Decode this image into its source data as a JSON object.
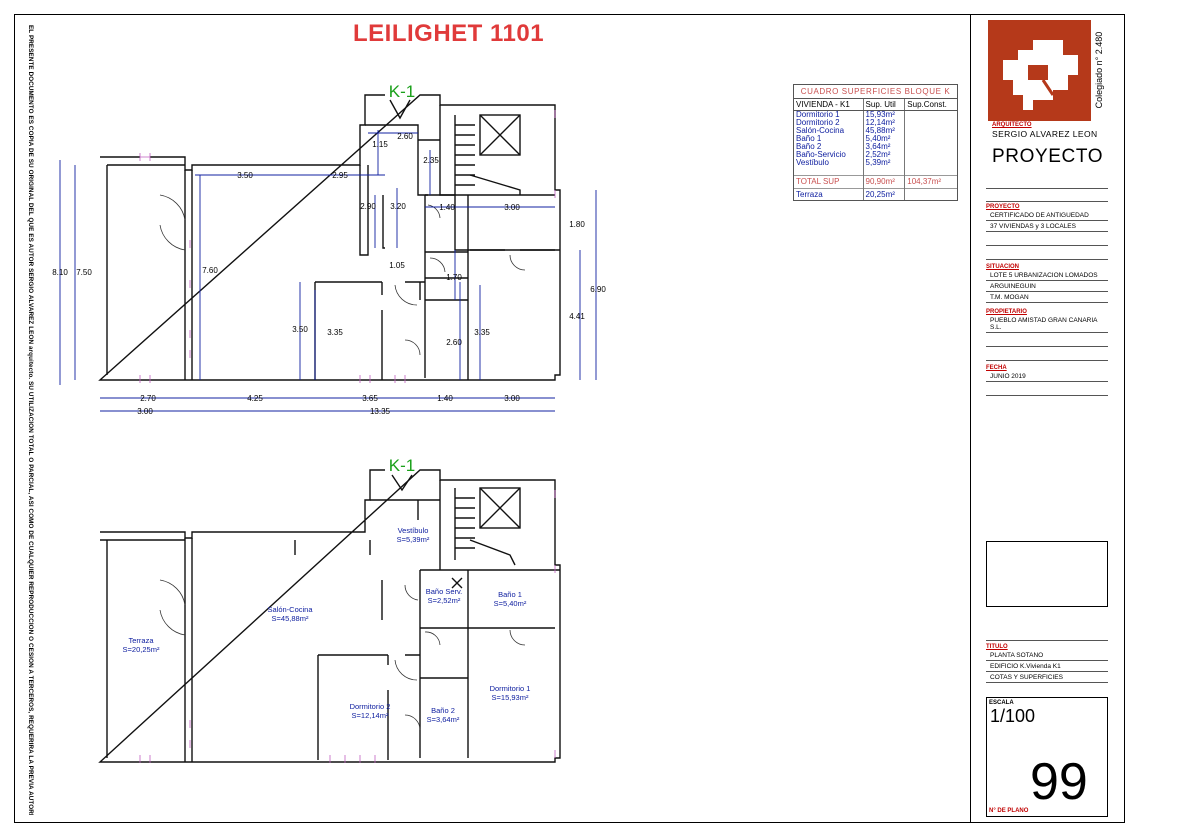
{
  "title": "LEILIGHET 1101",
  "vertical_notice": "EL PRESENTE DOCUMENTO ES COPIA DE SU ORIGINAL DEL QUE ES AUTOR SERGIO ALVAREZ LEON arquitecto. SU UTILIZACION TOTAL O PARCIAL, ASI COMO DE CUALQUIER REPRODUCCION O CESION A TERCEROS, REQUERIRA LA PREVIA AUTORIZACION EXPRESA DE SU AUTOR QUEDANDO EN TODO CASO PROHIBIDA CUALQUIER MODIFICACION UNILATERAL DEL MISMO.",
  "plan_top": {
    "marker": "K-1",
    "dims": [
      "2.60",
      "1.15",
      "2.35",
      "3.50",
      "2.95",
      "2.90",
      "3.20",
      "1.40",
      "3.00",
      "1.80",
      "6.90",
      "8.10",
      "7.50",
      "7.60",
      "1.05",
      "1.70",
      "4.41",
      "3.50",
      "3.35",
      "2.60",
      "3.35",
      "2.70",
      "4.25",
      "3.65",
      "1.40",
      "3.00",
      "3.00",
      "13.35"
    ]
  },
  "plan_bottom": {
    "marker": "K-1",
    "rooms": [
      {
        "name": "Vestíbulo",
        "area": "S=5,39m²"
      },
      {
        "name": "Salón-Cocina",
        "area": "S=45,88m²"
      },
      {
        "name": "Baño Serv.",
        "area": "S=2,52m²"
      },
      {
        "name": "Baño 1",
        "area": "S=5,40m²"
      },
      {
        "name": "Terraza",
        "area": "S=20,25m²"
      },
      {
        "name": "Dormitorio 2",
        "area": "S=12,14m²"
      },
      {
        "name": "Baño 2",
        "area": "S=3,64m²"
      },
      {
        "name": "Dormitorio 1",
        "area": "S=15,93m²"
      }
    ]
  },
  "surface_table": {
    "heading": "CUADRO SUPERFICIES BLOQUE K",
    "col_headers": [
      "VIVIENDA - K1",
      "Sup. Util",
      "Sup.Const."
    ],
    "rows": [
      [
        "Dormitorio 1",
        "15,93m²"
      ],
      [
        "Dormitorio 2",
        "12,14m²"
      ],
      [
        "Salón-Cocina",
        "45,88m²"
      ],
      [
        "Baño 1",
        "5,40m²"
      ],
      [
        "Baño 2",
        "3,64m²"
      ],
      [
        "Baño-Servicio",
        "2,52m²"
      ],
      [
        "Vestíbulo",
        "5,39m²"
      ]
    ],
    "total": [
      "TOTAL SUP",
      "90,90m²",
      "104,37m²"
    ],
    "terraza": [
      "Terraza",
      "20,25m²"
    ]
  },
  "title_block": {
    "colegiado": "Colegiado n° 2.480",
    "arquitecto_label": "ARQUITECTO",
    "arquitecto_name": "SERGIO ALVAREZ LEON",
    "proyecto_big": "PROYECTO",
    "proyecto_label": "PROYECTO",
    "proyecto_lines": [
      "CERTIFICADO DE ANTIGUEDAD",
      "37 VIVIENDAS y 3 LOCALES"
    ],
    "situacion_label": "SITUACION",
    "situacion_lines": [
      "LOTE 5 URBANIZACION LOMADOS",
      "ARGUINEGUIN",
      "T.M. MOGAN"
    ],
    "propietario_label": "PROPIETARIO",
    "propietario_lines": [
      "PUEBLO AMISTAD GRAN CANARIA S.L."
    ],
    "fecha_label": "FECHA",
    "fecha": "JUNIO 2019",
    "titulo_label": "TITULO",
    "titulo_lines": [
      "PLANTA SOTANO",
      "EDIFICIO K.Vivienda K1",
      "COTAS Y SUPERFICIES"
    ],
    "escala_label": "ESCALA",
    "escala": "1/100",
    "plano_num": "99",
    "plano_label": "N° DE PLANO"
  },
  "colors": {
    "accent_red": "#e03a3a",
    "dim_blue": "#1020a0",
    "marker_green": "#1aa01a",
    "logo": "#b5391a"
  }
}
